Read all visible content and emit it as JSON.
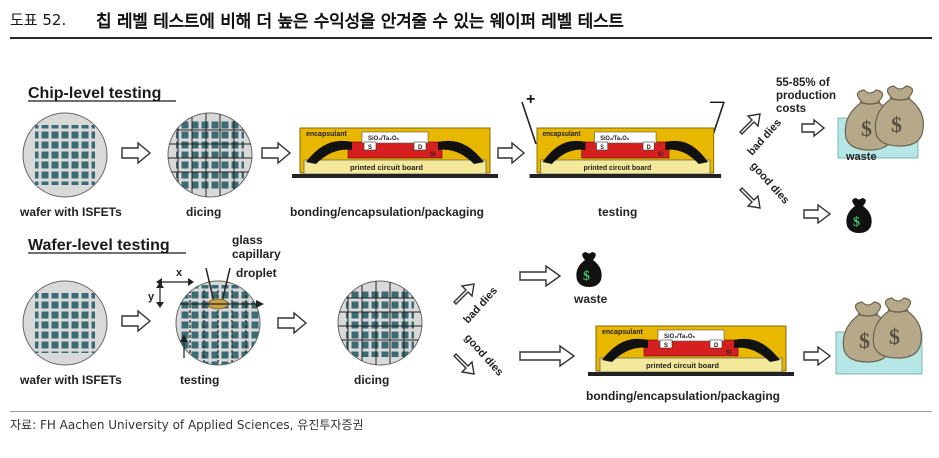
{
  "header": {
    "figure_number": "도표 52.",
    "title": "칩 레벨 테스트에 비해 더 높은 수익성을 안겨줄 수 있는 웨이퍼 레벨 테스트"
  },
  "source": "자료: FH Aachen University of Applied Sciences, 유진투자증권",
  "chip_level": {
    "heading": "Chip-level testing",
    "wafer_label": "wafer with ISFETs",
    "dicing_label": "dicing",
    "bonding_label": "bonding/encapsulation/packaging",
    "testing_label": "testing",
    "bad_dies": "bad dies",
    "good_dies": "good dies",
    "cost_note": [
      "55-85% of",
      "production",
      "costs"
    ],
    "waste_label": "waste",
    "plus": "+",
    "minus": "—"
  },
  "wafer_level": {
    "heading": "Wafer-level testing",
    "wafer_label": "wafer with ISFETs",
    "testing_label": "testing",
    "dicing_label": "dicing",
    "bonding_label": "bonding/encapsulation/packaging",
    "glass_capillary": [
      "glass",
      "capillary"
    ],
    "droplet": "droplet",
    "axis_x": "x",
    "axis_y": "y",
    "bad_dies": "bad dies",
    "good_dies": "good dies",
    "waste_label": "waste"
  },
  "package": {
    "encapsulant": "encapsulant",
    "sensor": "SiO₂/Ta₂O₅",
    "pcb": "printed circuit board",
    "source_pin": "S",
    "drain_pin": "D",
    "si": "Si"
  },
  "colors": {
    "wafer_fill": "#d9d9d9",
    "die_fill": "#3a6b73",
    "pcb_fill": "#f4e99a",
    "encapsulant_fill": "#e8b800",
    "si_fill": "#d62020",
    "money_bag": "#b5a98a",
    "tray": "#b6e6e6"
  }
}
